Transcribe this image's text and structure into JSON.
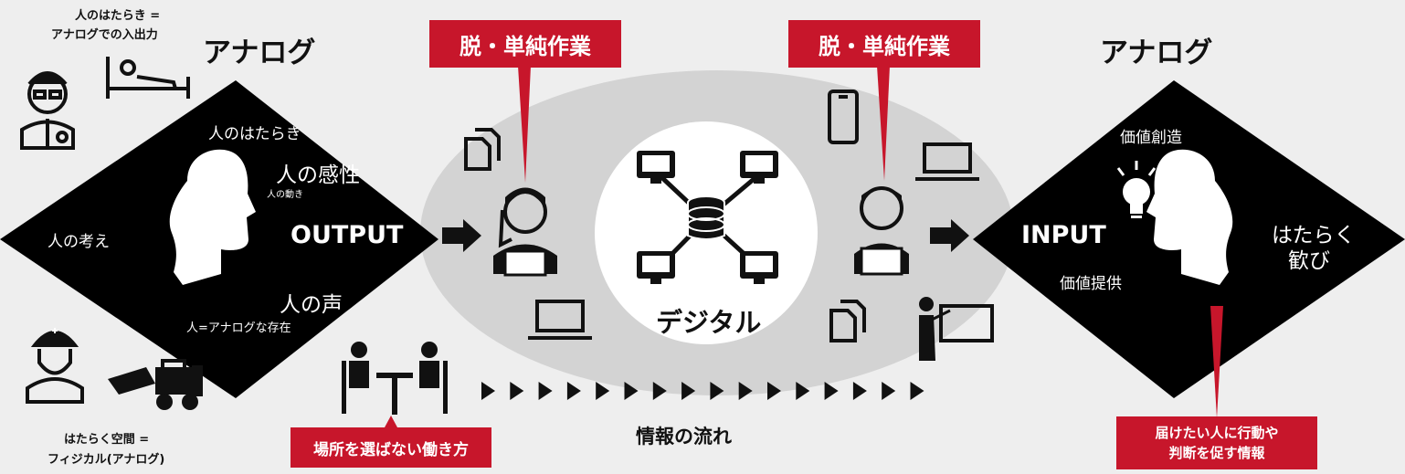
{
  "colors": {
    "accent": "#c7162b",
    "background": "#eeeeee",
    "diamond": "#000000",
    "ellipse": "#d3d3d3"
  },
  "left": {
    "caption_top": [
      "人のはたらき =",
      "アナログでの入出力"
    ],
    "heading": "アナログ",
    "diamond": {
      "hatarakI": "人のはたらき",
      "kansei": "人の感性",
      "ugoki": "人の動き",
      "kangae": "人の考え",
      "output": "OUTPUT",
      "koe": "人の声",
      "sonzai": "人=アナログな存在"
    },
    "caption_bottom": [
      "はたらく空間 =",
      "フィジカル(アナログ)"
    ]
  },
  "center": {
    "callout_left": "脱・単純作業",
    "callout_right": "脱・単純作業",
    "digital": "デジタル",
    "flow": "情報の流れ",
    "callout_bottom": "場所を選ばない働き方"
  },
  "right": {
    "heading": "アナログ",
    "diamond": {
      "souzou": "価値創造",
      "input": "INPUT",
      "teikyou": "価値提供",
      "yorokobi_1": "はたらく",
      "yorokobi_2": "歓び"
    },
    "callout": [
      "届けたい人に行動や",
      "判断を促す情報"
    ]
  },
  "icons": [
    "doctor-icon",
    "bed-patient-icon",
    "worker-helmet-icon",
    "forklift-icon",
    "head-silhouette-icon",
    "documents-icon",
    "woman-laptop-icon",
    "laptop-icon",
    "meeting-table-icon",
    "database-network-icon",
    "smartphone-icon",
    "man-laptop-icon",
    "presentation-icon",
    "lightbulb-icon",
    "arrow-right-icon",
    "chevron-arrow-icon"
  ]
}
